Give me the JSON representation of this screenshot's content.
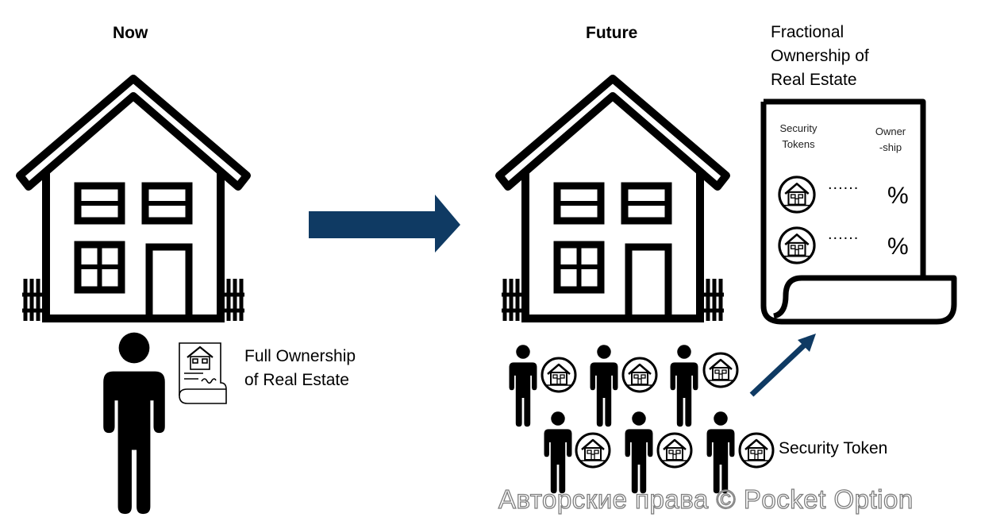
{
  "now": {
    "title": "Now",
    "caption_line1": "Full Ownership",
    "caption_line2": "of Real Estate"
  },
  "future": {
    "title": "Future",
    "token_caption": "Security Token"
  },
  "document": {
    "title_line1": "Fractional",
    "title_line2": "Ownership of",
    "title_line3": "Real Estate",
    "col1_line1": "Security",
    "col1_line2": "Tokens",
    "col2_line1": "Owner",
    "col2_line2": "-ship",
    "rows": [
      {
        "dots": "......",
        "pct": "%"
      },
      {
        "dots": "......",
        "pct": "%"
      }
    ]
  },
  "watermark": "Авторские права © Pocket Option",
  "colors": {
    "arrow": "#0f3a63",
    "ink": "#000000"
  }
}
